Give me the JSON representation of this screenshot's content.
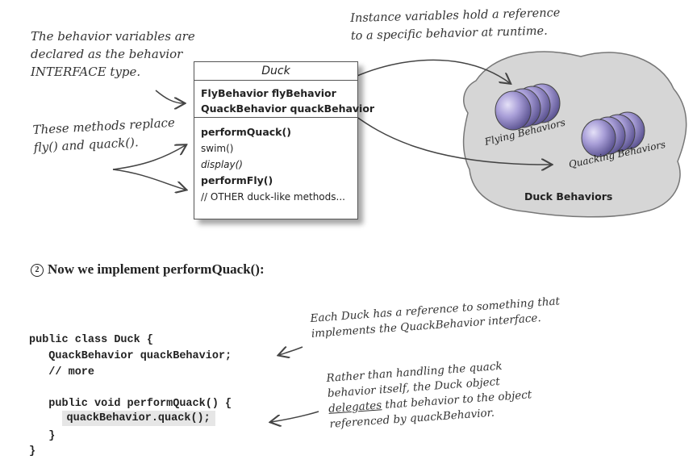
{
  "annotations": {
    "behavior_vars_line1": "The behavior variables are",
    "behavior_vars_line2": "declared as the behavior",
    "behavior_vars_line3": "INTERFACE type.",
    "methods_line1": "These methods replace",
    "methods_line2": "fly() and quack().",
    "instance_line1": "Instance variables hold a reference",
    "instance_line2": "to a specific behavior at runtime.",
    "each_duck_line1": "Each Duck has a reference to something that",
    "each_duck_line2": "implements the QuackBehavior interface.",
    "rather_line1": "Rather than handling the quack",
    "rather_line2": "behavior itself, the Duck object",
    "rather_line3_underlined": "delegates",
    "rather_line3_rest": " that behavior to the object",
    "rather_line4": "referenced by quackBehavior."
  },
  "uml": {
    "class_name": "Duck",
    "attributes": [
      "FlyBehavior flyBehavior",
      "QuackBehavior quackBehavior"
    ],
    "methods": [
      {
        "text": "performQuack()",
        "style": "bold"
      },
      {
        "text": "swim()",
        "style": "normal"
      },
      {
        "text": "display()",
        "style": "italic"
      },
      {
        "text": "performFly()",
        "style": "bold"
      },
      {
        "text": "// OTHER duck-like methods...",
        "style": "normal"
      }
    ]
  },
  "cloud": {
    "title": "Duck Behaviors",
    "flying_label": "Flying Behaviors",
    "quacking_label": "Quacking Behaviors",
    "fill_color": "#d6d6d6",
    "sphere_color": "#a99fd8"
  },
  "section": {
    "number": "2",
    "heading": "Now we implement performQuack():"
  },
  "code": {
    "lines": [
      "public class Duck {",
      "   QuackBehavior quackBehavior;",
      "   // more",
      "",
      "   public void performQuack() {",
      "     quackBehavior.quack();",
      "   }",
      "}"
    ],
    "highlight_line": "quackBehavior.quack();"
  }
}
